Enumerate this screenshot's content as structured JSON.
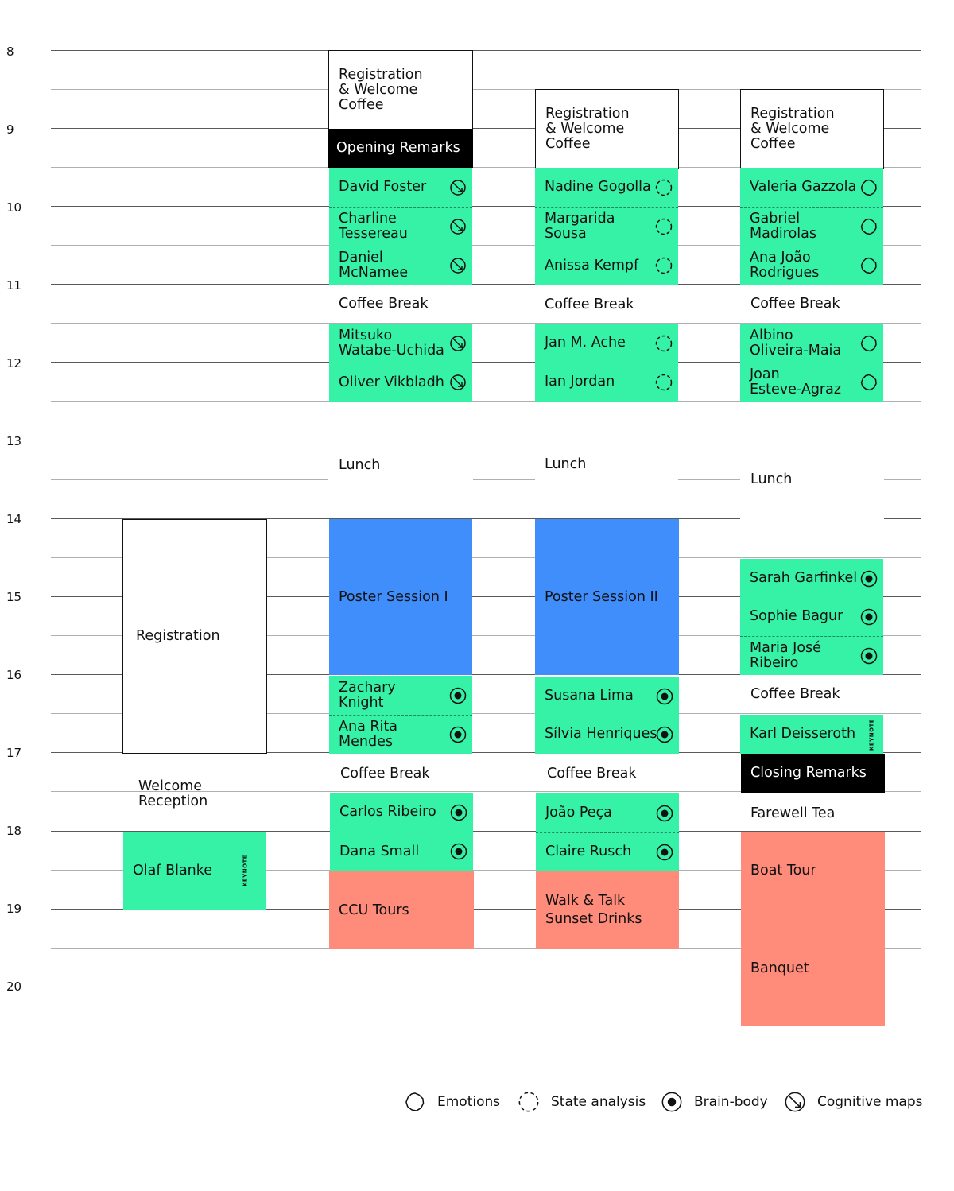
{
  "hours": [
    "8",
    "9",
    "10",
    "11",
    "12",
    "13",
    "14",
    "15",
    "16",
    "17",
    "18",
    "19",
    "20"
  ],
  "colors": {
    "session": "#36f2a6",
    "poster": "#3f8efc",
    "social": "#ff8b7b",
    "remarks": "#000000"
  },
  "col0": {
    "registration": "Registration",
    "welcome": "Welcome\nReception",
    "olaf": "Olaf Blanke",
    "keynote": "KEYNOTE"
  },
  "col1": {
    "registration": "Registration\n& Welcome Coffee",
    "opening": "Opening Remarks",
    "s1": "David Foster",
    "s2": "Charline\nTessereau",
    "s3": "Daniel\nMcNamee",
    "coffee1": "Coffee Break",
    "s4": "Mitsuko\nWatabe-Uchida",
    "s5": "Oliver Vikbladh",
    "lunch": "Lunch",
    "poster": "Poster Session I",
    "s6": "Zachary\nKnight",
    "s7": "Ana Rita\nMendes",
    "coffee2": "Coffee Break",
    "s8": "Carlos Ribeiro",
    "s9": "Dana Small",
    "tours": "CCU Tours"
  },
  "col2": {
    "registration": "Registration\n& Welcome Coffee",
    "s1": "Nadine Gogolla",
    "s2": "Margarida\nSousa",
    "s3": "Anissa Kempf",
    "coffee1": "Coffee Break",
    "s4": "Jan M. Ache",
    "s5": "Ian Jordan",
    "lunch": "Lunch",
    "poster": "Poster Session II",
    "s6": "Susana Lima",
    "s7": "Sílvia Henriques",
    "coffee2": "Coffee Break",
    "s8": "João Peça",
    "s9": "Claire Rusch",
    "walk": "Walk & Talk\nSunset Drinks"
  },
  "col3": {
    "registration": "Registration\n& Welcome Coffee",
    "s1": "Valeria Gazzola",
    "s2": "Gabriel\nMadirolas",
    "s3": "Ana João\nRodrigues",
    "coffee1": "Coffee Break",
    "s4": "Albino\nOliveira-Maia",
    "s5": "Joan\nEsteve-Agraz",
    "lunch": "Lunch",
    "s6": "Sarah Garfinkel",
    "s7": "Sophie Bagur",
    "s8": "Maria José\nRibeiro",
    "coffee2": "Coffee Break",
    "karl": "Karl Deisseroth",
    "keynote": "KEYNOTE",
    "closing": "Closing Remarks",
    "farewell": "Farewell Tea",
    "boat": "Boat Tour",
    "banquet": "Banquet"
  },
  "legend": {
    "emotions": "Emotions",
    "state": "State analysis",
    "brainbody": "Brain-body",
    "cognitive": "Cognitive maps"
  }
}
